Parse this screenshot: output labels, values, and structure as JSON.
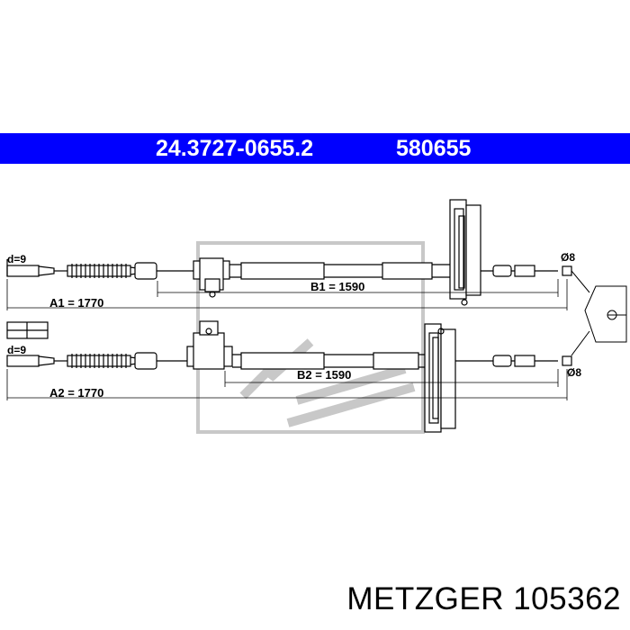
{
  "header": {
    "part_number": "24.3727-0655.2",
    "ref_number": "580655",
    "banner_color": "#0000ff"
  },
  "cable_1": {
    "end_label": "d=9",
    "total_length_label": "A1 = 1770",
    "sheath_length_label": "B1 = 1590",
    "nipple_label": "Ø8"
  },
  "cable_2": {
    "end_label": "d=9",
    "total_length_label": "A2 = 1770",
    "sheath_length_label": "B2 = 1590",
    "nipple_label": "Ø8"
  },
  "footer": {
    "brand": "METZGER 105362"
  }
}
